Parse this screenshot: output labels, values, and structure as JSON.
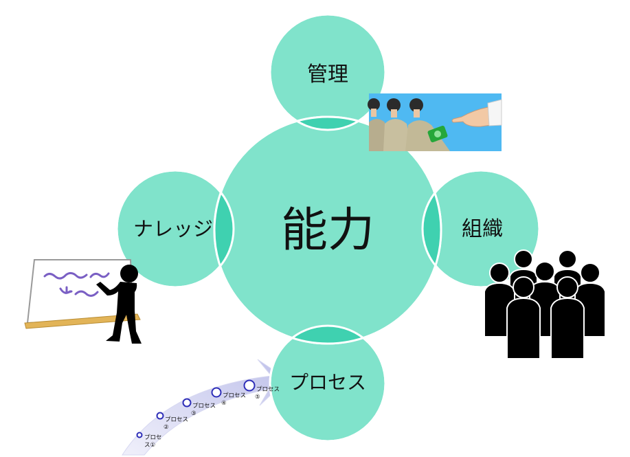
{
  "diagram": {
    "center": {
      "label": "能力"
    },
    "nodes": {
      "top": {
        "label": "管理"
      },
      "right": {
        "label": "組織"
      },
      "bottom": {
        "label": "プロセス"
      },
      "left": {
        "label": "ナレッジ"
      }
    },
    "process_steps": [
      {
        "label": "プロセ",
        "label2": "ス①"
      },
      {
        "label": "プロセス",
        "label2": "②"
      },
      {
        "label": "プロセス",
        "label2": "③"
      },
      {
        "label": "プロセス",
        "label2": "④"
      },
      {
        "label": "プロセス",
        "label2": "⑤"
      }
    ]
  },
  "colors": {
    "circle_fill": "#80e3cb",
    "overlap_fill": "#3fd1b0",
    "circle_stroke": "#ffffff",
    "arrow_fill": "#cfd0ee",
    "step_ring": "#2e2eb8",
    "silhouette": "#000000",
    "whiteboard_stroke": "#7a5fc4",
    "sky": "#4fb9f2"
  }
}
